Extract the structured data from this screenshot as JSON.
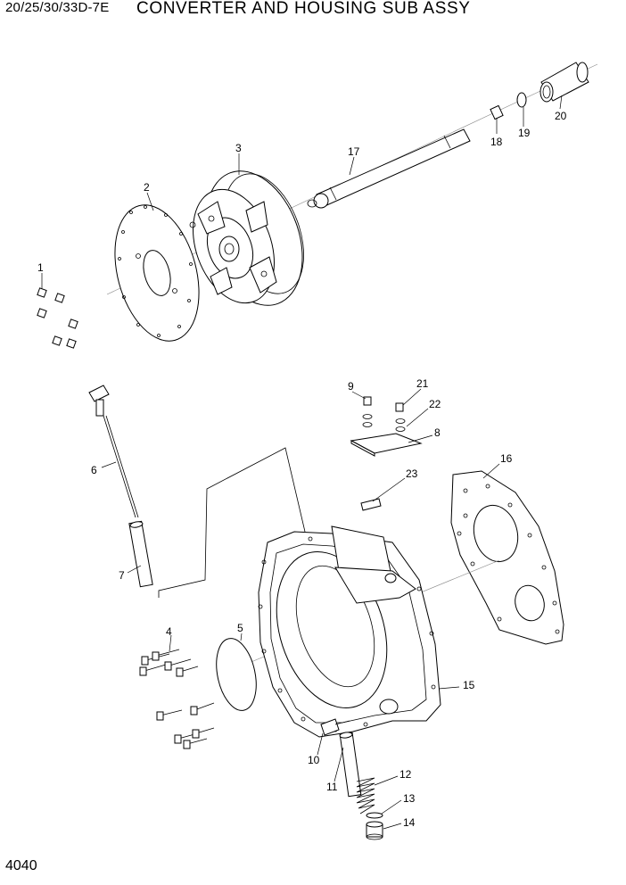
{
  "header": {
    "model": "20/25/30/33D-7E",
    "title": "CONVERTER AND HOUSING SUB ASSY"
  },
  "page_number": "4040",
  "callouts": [
    "1",
    "2",
    "3",
    "4",
    "5",
    "6",
    "7",
    "8",
    "9",
    "10",
    "11",
    "12",
    "13",
    "14",
    "15",
    "16",
    "17",
    "19",
    "18",
    "20",
    "21",
    "22",
    "23"
  ]
}
